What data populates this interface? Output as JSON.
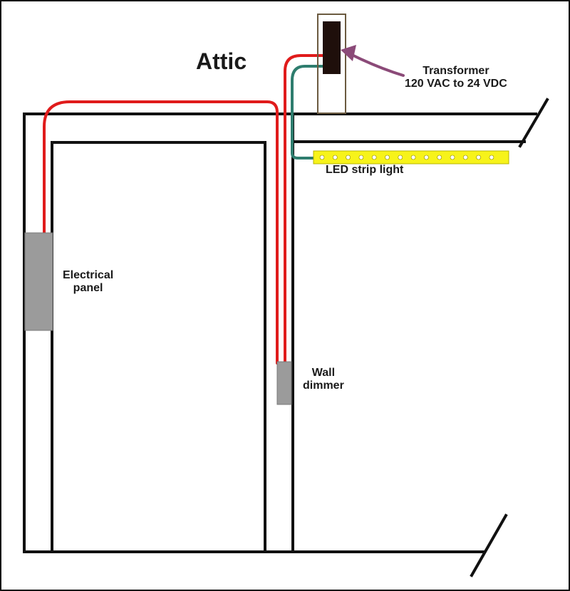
{
  "labels": {
    "attic": "Attic",
    "transformer": {
      "line1": "Transformer",
      "line2": "120 VAC to 24 VDC"
    },
    "led_strip": "LED strip light",
    "electrical_panel": {
      "line1": "Electrical",
      "line2": "panel"
    },
    "wall_dimmer": {
      "line1": "Wall",
      "line2": "dimmer"
    }
  },
  "led_strip": {
    "bulb_count": 14
  },
  "colors": {
    "background": "#ffffff",
    "frame": "#111111",
    "wall_lines": "#111111",
    "red_wire": "#e01b1b",
    "green_wire": "#2e7d6e",
    "transformer_body": "#1f0f0b",
    "transformer_box": "#6b5a40",
    "pointer_arrow": "#8b4a78",
    "device_fill": "#9b9b9b",
    "device_stroke": "#7a7a7a",
    "led_fill": "#f7f31a",
    "led_bulb": "#ffffff",
    "label_text": "#1a1a1a"
  }
}
